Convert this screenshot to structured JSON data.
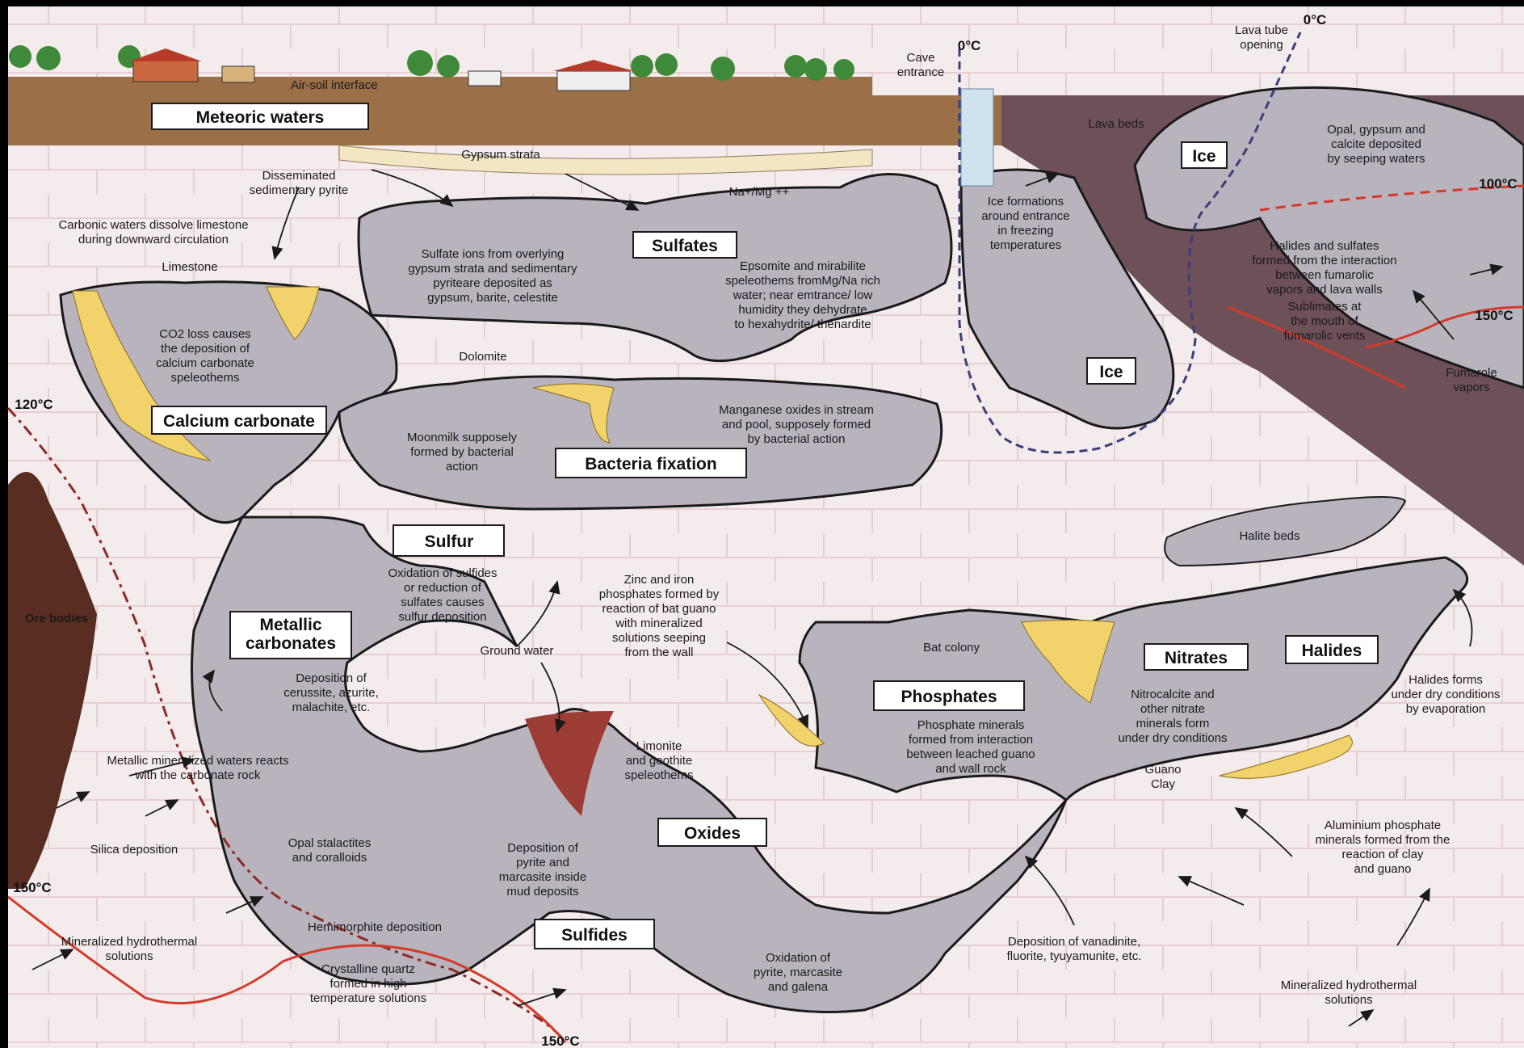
{
  "boxed_labels": [
    "Meteoric waters",
    "Sulfates",
    "Ice",
    "Ice",
    "Calcium carbonate",
    "Bacteria fixation",
    "Sulfur",
    "Metallic carbonates",
    "Phosphates",
    "Nitrates",
    "Halides",
    "Oxides",
    "Sulfides"
  ],
  "surface": {
    "air_soil": "Air-soil interface",
    "cave_entrance": [
      "Cave",
      "entrance"
    ],
    "lava_tube_opening": [
      "Lava tube",
      "opening"
    ],
    "lava_beds": "Lava beds"
  },
  "temperatures": [
    "0°C",
    "0°C",
    "100°C",
    "150°C",
    "120°C",
    "150°C",
    "150°C"
  ],
  "notes": {
    "gypsum_strata": "Gypsum strata",
    "disseminated_pyrite": [
      "Disseminated",
      "sedimentary pyrite"
    ],
    "na_mg": "Na+/Mg ++",
    "carbonic_waters": [
      "Carbonic waters dissolve limestone",
      "during downward circulation"
    ],
    "limestone": "Limestone",
    "sulfate_ions": [
      "Sulfate ions from overlying",
      "gypsum strata and sedimentary",
      "pyriteare deposited as",
      "gypsum, barite, celestite"
    ],
    "epsomite": [
      "Epsomite and mirabilite",
      "speleothems fromMg/Na rich",
      "water; near emtrance/ low",
      "humidity they dehydrate",
      "to hexahydrite/ thenardite"
    ],
    "ice_formations": [
      "Ice formations",
      "around entrance",
      "in freezing",
      "temperatures"
    ],
    "opal_gypsum": [
      "Opal, gypsum and",
      "calcite deposited",
      "by seeping waters"
    ],
    "halides_sulfates": [
      "Halides and sulfates",
      "formed from the interaction",
      "between fumarolic",
      "vapors and lava walls"
    ],
    "sublimates": [
      "Sublimates at",
      "the mouth of",
      "fumarolic vents"
    ],
    "fumarole": [
      "Fumarole",
      "vapors"
    ],
    "co2_loss": [
      "CO2 loss causes",
      "the deposition of",
      "calcium carbonate",
      "speleothems"
    ],
    "dolomite": "Dolomite",
    "moonmilk": [
      "Moonmilk supposely",
      "formed by bacterial",
      "action"
    ],
    "manganese": [
      "Manganese oxides  in stream",
      "and pool, supposely formed",
      "by bacterial action"
    ],
    "halite_beds": "Halite beds",
    "oxidation_sulfides": [
      "Oxidation of sulfides",
      "or reduction of",
      "sulfates causes",
      "sulfur deposition"
    ],
    "zinc_iron": [
      "Zinc and iron",
      "phosphates formed by",
      "reaction of bat guano",
      "with mineralized",
      "solutions seeping",
      "from the wall"
    ],
    "ground_water": "Ground water",
    "ore_bodies": "Ore bodies",
    "deposition_cerussite": [
      "Deposition of",
      "cerussite, azurite,",
      "malachite, etc."
    ],
    "metallic_mineralized": [
      "Metallic mineralized waters reacts",
      "with the carbonate rock"
    ],
    "silica": "Silica deposition",
    "opal_stalactites": [
      "Opal stalactites",
      "and coralloids"
    ],
    "hemimorphite": "Hemimorphite deposition",
    "mineralized_left": [
      "Mineralized hydrothermal",
      "solutions"
    ],
    "crystalline_quartz": [
      "Crystalline quartz",
      "formed in high",
      "temperature solutions"
    ],
    "limonite": [
      "Limonite",
      "and geothite",
      "speleothems"
    ],
    "pyrite_marcasite": [
      "Deposition of",
      "pyrite and",
      "marcasite inside",
      "mud deposits"
    ],
    "oxidation_pyrite": [
      "Oxidation of",
      "pyrite, marcasite",
      "and galena"
    ],
    "bat_colony": "Bat colony",
    "phosphate_minerals": [
      "Phosphate minerals",
      "formed from interaction",
      "between leached guano",
      "and wall rock"
    ],
    "nitrocalcite": [
      "Nitrocalcite and",
      "other nitrate",
      "minerals form",
      "under dry conditions"
    ],
    "halides_forms": [
      "Halides forms",
      "under dry conditions",
      "by evaporation"
    ],
    "guano": "Guano",
    "clay": "Clay",
    "aluminium": [
      "Aluminium phosphate",
      "minerals formed from the",
      "reaction of clay",
      "and guano"
    ],
    "vanadinite": [
      "Deposition of vanadinite,",
      "fluorite, tyuyamunite, etc."
    ],
    "mineralized_right": [
      "Mineralized hydrothermal",
      "solutions"
    ]
  },
  "colors": {
    "soil": "#9b6f47",
    "bedrock": "#f4ecec",
    "cave": "#b9b3bd",
    "lava": "#6e5058",
    "calcite": "#f2d36b",
    "ore": "#5a2d22",
    "isotherm": "#d23a2a"
  }
}
